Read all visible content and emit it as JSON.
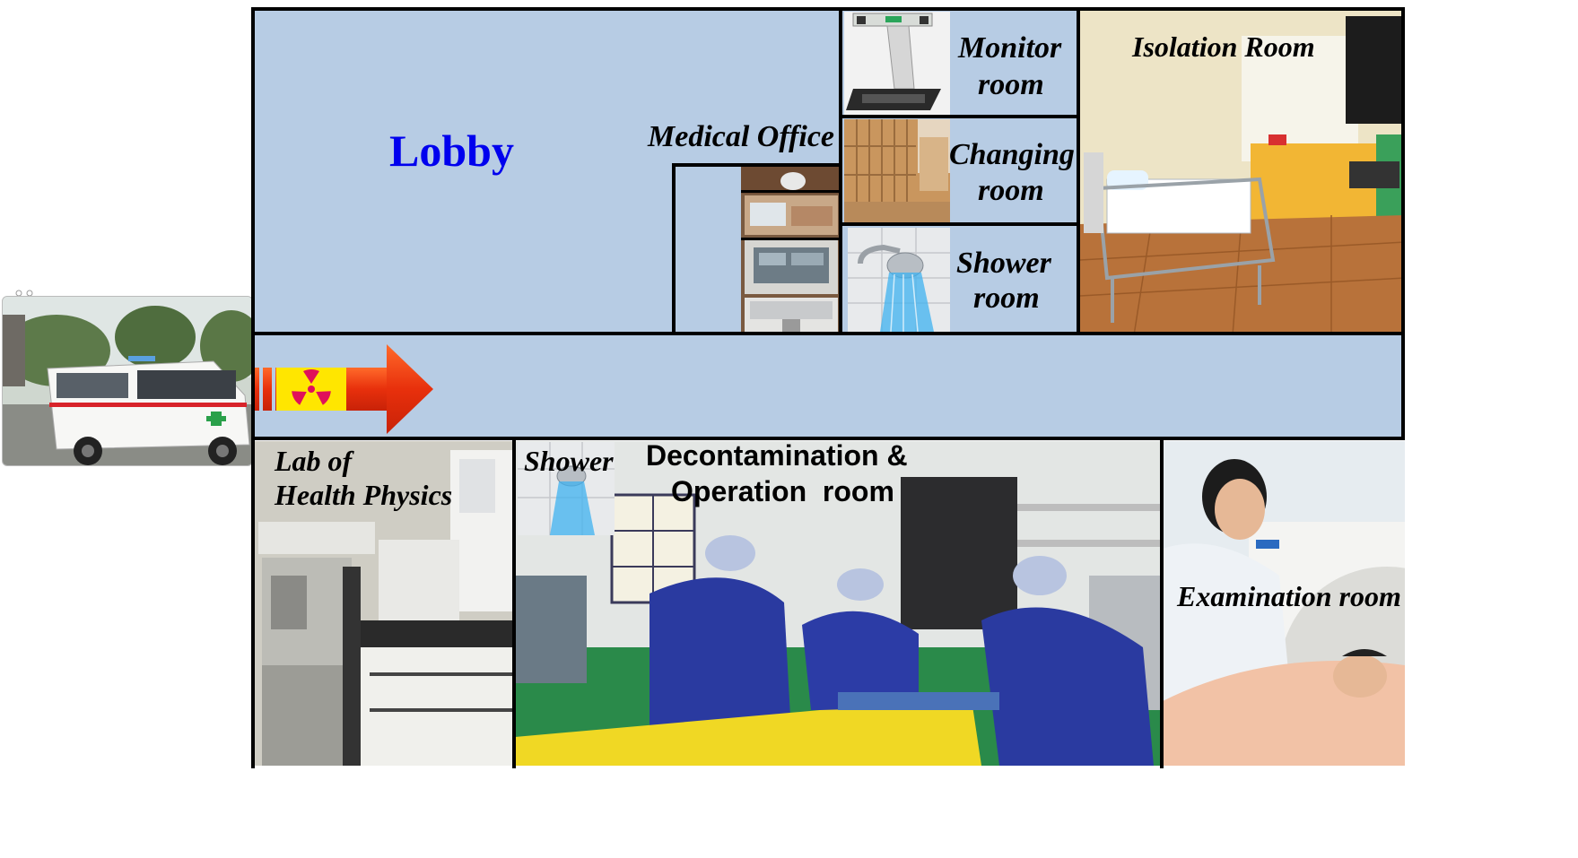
{
  "rooms": {
    "lobby": "Lobby",
    "medical_office": "Medical Office",
    "monitor_room_line1": "Monitor",
    "monitor_room_line2": "room",
    "changing_room_line1": "Changing",
    "changing_room_line2": "room",
    "shower_room_line1": "Shower",
    "shower_room_line2": "room",
    "isolation_room": "Isolation Room",
    "lab_line1": "Lab of",
    "lab_line2": "Health Physics",
    "shower_small": "Shower",
    "decon_line1": "Decontamination &",
    "decon_line2": "Operation  room",
    "examination_room": "Examination room"
  },
  "colors": {
    "room_fill": "#b7cce4",
    "lobby_text": "#0000ee",
    "arrow": "#ee3a10",
    "radiation_bg": "#ffe600",
    "radiation_symbol": "#e0105a"
  },
  "icons": {
    "hazard": "radiation-trefoil-icon",
    "flow": "arrow-right-icon"
  }
}
